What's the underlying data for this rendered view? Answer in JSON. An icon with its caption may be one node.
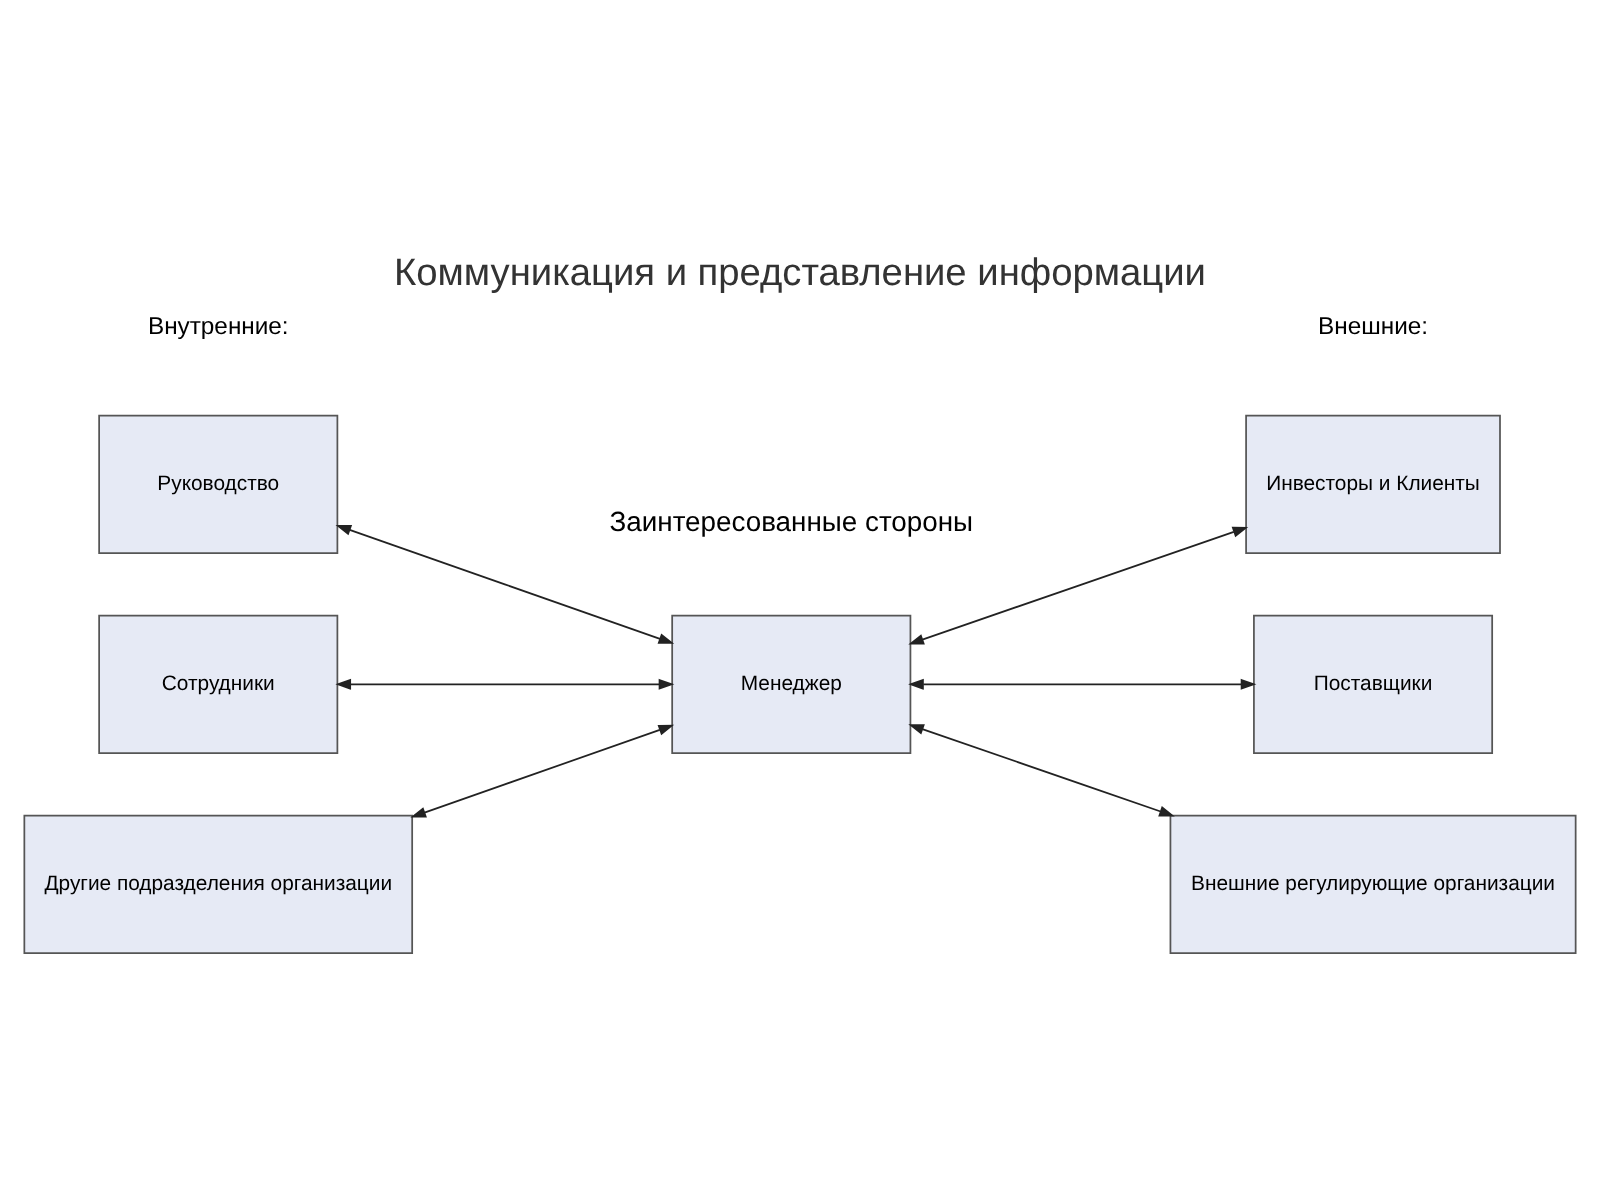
{
  "diagram": {
    "title": "Коммуникация и представление информации",
    "nodes": [
      {
        "text": [
          "Руководство"
        ]
      },
      {
        "text": [
          "Инвесторы и Клиенты"
        ]
      },
      {
        "text": [
          "Сотрудники"
        ]
      },
      {
        "text": [
          "Менеджер"
        ]
      },
      {
        "text": [
          "Поставщики"
        ]
      },
      {
        "text": [
          "Другие подразделения организации"
        ]
      },
      {
        "text": [
          "Внешние регулирующие организации"
        ]
      }
    ],
    "edges": [
      {
        "from": 0,
        "to": 3,
        "arrow": "both"
      },
      {
        "from": 3,
        "to": 1,
        "arrow": "both"
      },
      {
        "from": 2,
        "to": 3,
        "arrow": "both"
      },
      {
        "from": 3,
        "to": 4,
        "arrow": "both"
      },
      {
        "from": 5,
        "to": 3,
        "arrow": "both"
      },
      {
        "from": 3,
        "to": 6,
        "arrow": "both"
      }
    ],
    "labels": [
      "Заинтересованные стороны",
      "Внутренние:",
      "Внешние:"
    ]
  }
}
